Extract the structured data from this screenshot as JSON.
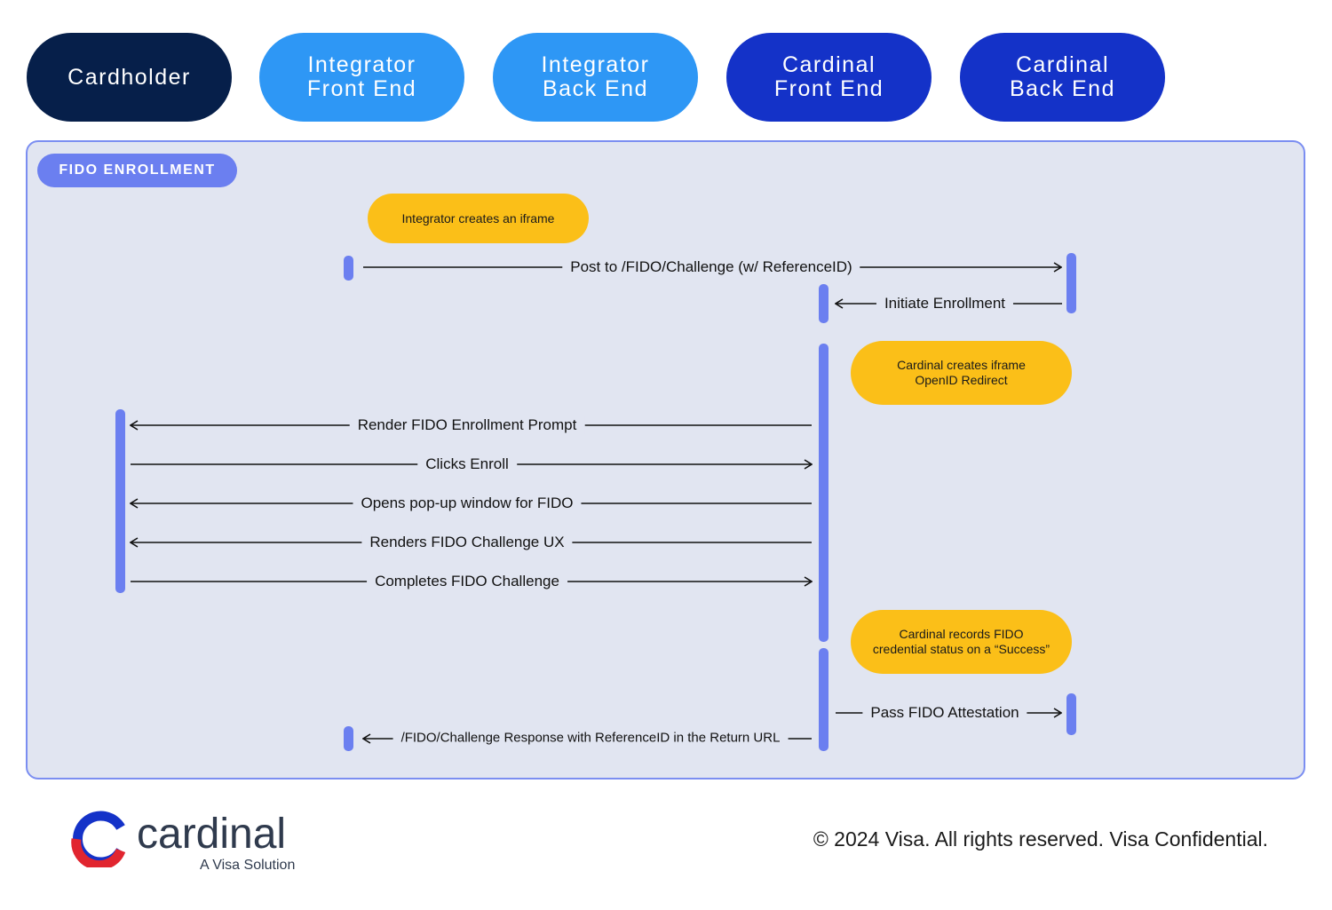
{
  "actors": [
    {
      "line1": "Cardholder",
      "line2": "",
      "color": "#061f4a"
    },
    {
      "line1": "Integrator",
      "line2": "Front End",
      "color": "#2e97f5"
    },
    {
      "line1": "Integrator",
      "line2": "Back End",
      "color": "#2e97f5"
    },
    {
      "line1": "Cardinal",
      "line2": "Front End",
      "color": "#1432c8"
    },
    {
      "line1": "Cardinal",
      "line2": "Back End",
      "color": "#1432c8"
    }
  ],
  "section": {
    "label": "FIDO ENROLLMENT"
  },
  "notes": [
    {
      "line1": "Integrator creates an iframe",
      "line2": ""
    },
    {
      "line1": "Cardinal creates iframe",
      "line2": "OpenID Redirect"
    },
    {
      "line1": "Cardinal records FIDO",
      "line2": "credential status on a “Success”"
    }
  ],
  "messages": [
    {
      "label": "Post to /FIDO/Challenge (w/ ReferenceID)",
      "from": "Integrator Front End",
      "to": "Cardinal Back End"
    },
    {
      "label": "Initiate Enrollment",
      "from": "Cardinal Back End",
      "to": "Cardinal Front End"
    },
    {
      "label": "Render FIDO Enrollment Prompt",
      "from": "Cardinal Front End",
      "to": "Cardholder"
    },
    {
      "label": "Clicks Enroll",
      "from": "Cardholder",
      "to": "Cardinal Front End"
    },
    {
      "label": "Opens pop-up window for FIDO",
      "from": "Cardinal Front End",
      "to": "Cardholder"
    },
    {
      "label": "Renders FIDO Challenge UX",
      "from": "Cardinal Front End",
      "to": "Cardholder"
    },
    {
      "label": "Completes FIDO Challenge",
      "from": "Cardholder",
      "to": "Cardinal Front End"
    },
    {
      "label": "Pass FIDO Attestation",
      "from": "Cardinal Front End",
      "to": "Cardinal Back End"
    },
    {
      "label": "/FIDO/Challenge Response with ReferenceID in the Return URL",
      "from": "Cardinal Front End",
      "to": "Integrator Front End"
    }
  ],
  "footer": {
    "brand": "cardinal",
    "tagline": "A Visa Solution",
    "copyright": "© 2024 Visa. All rights reserved. Visa Confidential."
  }
}
